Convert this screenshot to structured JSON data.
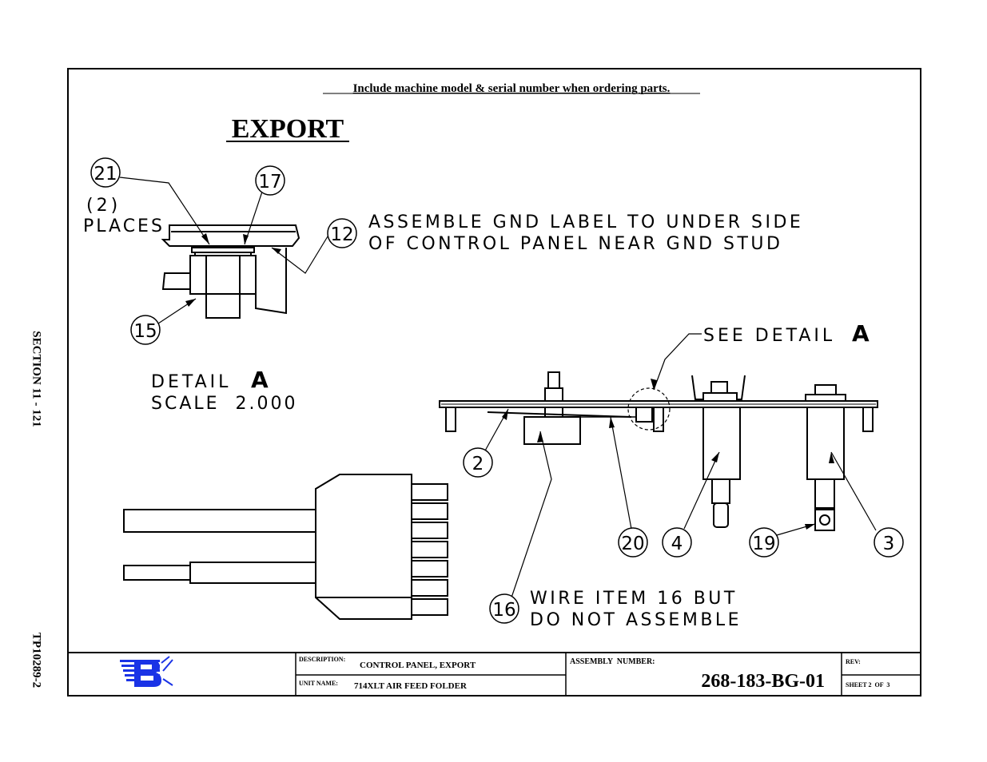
{
  "side_labels": {
    "section": "SECTION 11 - 121",
    "doc_code": "TP10289-2"
  },
  "header": {
    "notice": "Include machine model & serial number when ordering parts.",
    "title": "EXPORT"
  },
  "detail": {
    "places": [
      "(2)",
      "PLACES"
    ],
    "note": [
      "ASSEMBLE GND LABEL TO UNDER SIDE",
      "OF CONTROL PANEL NEAR GND STUD"
    ],
    "label": "DETAIL",
    "letter": "A",
    "scale": "SCALE  2.000"
  },
  "see_detail": {
    "text": "SEE DETAIL",
    "letter": "A"
  },
  "wire_note": [
    "WIRE ITEM 16 BUT",
    "DO NOT ASSEMBLE"
  ],
  "balloons": {
    "b21": "21",
    "b17": "17",
    "b12": "12",
    "b15": "15",
    "b2": "2",
    "b20": "20",
    "b4": "4",
    "b19": "19",
    "b3": "3",
    "b16": "16"
  },
  "title_block": {
    "description_label": "DESCRIPTION:",
    "description": "CONTROL PANEL, EXPORT",
    "unit_label": "UNIT NAME:",
    "unit": "714XLT AIR FEED FOLDER",
    "assembly_label": "ASSEMBLY  NUMBER:",
    "assembly_number": "268-183-BG-01",
    "rev_label": "REV:",
    "sheet": "SHEET 2  OF  3",
    "logo_color": "#1a33e6"
  }
}
